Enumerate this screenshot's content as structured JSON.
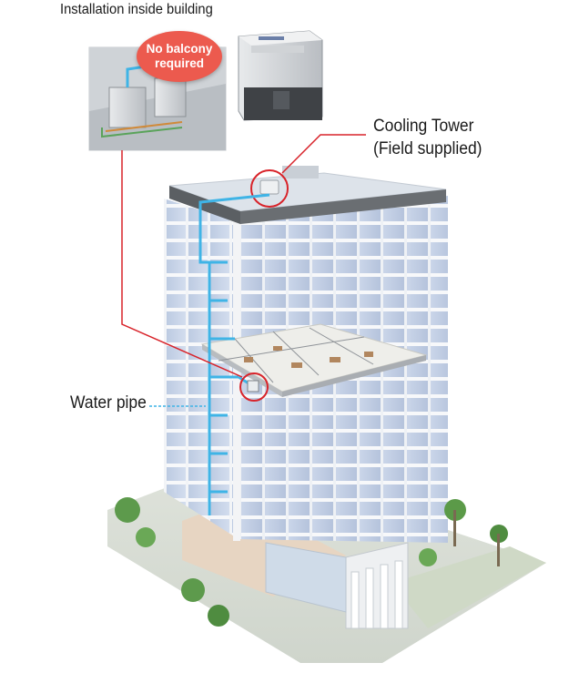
{
  "labels": {
    "installation": "Installation inside building",
    "badge_line1": "No balcony",
    "badge_line2": "required",
    "cooling_tower_line1": "Cooling Tower",
    "cooling_tower_line2": "(Field supplied)",
    "water_pipe": "Water pipe"
  },
  "colors": {
    "callout_line": "#d8232a",
    "water_pipe": "#3fb4e6",
    "badge": "#ec5a4e",
    "building_glass": "#c9d6ea",
    "building_frame": "#f4f5f7",
    "ground": "#d9ddd6"
  }
}
